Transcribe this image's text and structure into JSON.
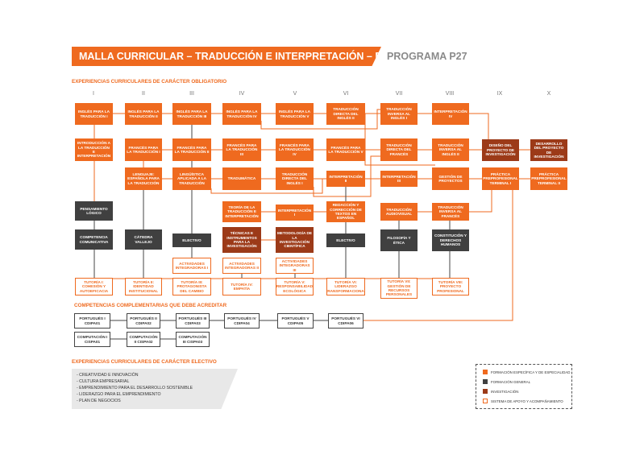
{
  "header": {
    "title": "MALLA CURRICULAR – TRADUCCIÓN E INTERPRETACIÓN – PLAN “D”",
    "program": "PROGRAMA P27"
  },
  "sections": {
    "mandatory": "EXPERIENCIAS CURRICULARES DE CARÁCTER OBLIGATORIO",
    "complementary": "COMPETENCIAS COMPLEMENTARIAS QUE DEBE ACREDITAR",
    "elective": "EXPERIENCIAS CURRICULARES DE CARÁCTER ELECTIVO"
  },
  "cycles": [
    "I",
    "II",
    "III",
    "IV",
    "V",
    "VI",
    "VII",
    "VIII",
    "IX",
    "X"
  ],
  "courses": {
    "c1r1": "INGLÉS PARA LA TRADUCCIÓN I",
    "c1r2": "INTRODUCCIÓN A LA TRADUCCIÓN E INTERPRETACIÓN",
    "c1r4": "PENSAMIENTO LÓGICO",
    "c1r5": "COMPETENCIA COMUNICATIVA",
    "c1r6": "TUTORÍA I: COHESIÓN Y AUTOEFICACIA",
    "c2r1": "INGLÉS PARA LA TRADUCCIÓN II",
    "c2r2": "FRANCÉS PARA LA TRADUCCIÓN I",
    "c2r3": "LENGUAJE: ESPAÑOLA PARA LA TRADUCCIÓN",
    "c2r5": "CÁTEDRA VALLEJO",
    "c2r6": "TUTORÍA II: IDENTIDAD INSTITUCIONAL",
    "c3r1": "INGLÉS PARA LA TRADUCCIÓN III",
    "c3r2": "FRANCÉS PARA LA TRADUCCIÓN II",
    "c3r3": "LINGÜÍSTICA APLICADA A LA TRADUCCIÓN",
    "c3r5": "ELECTIVO",
    "c3r5b": "ACTIVIDADES INTEGRADORAS I",
    "c3r6": "TUTORÍA III: PROTAGONISTA DEL CAMBIO",
    "c4r1": "INGLÉS PARA LA TRADUCCIÓN IV",
    "c4r2": "FRANCÉS PARA LA TRADUCCIÓN III",
    "c4r3": "TRADUMÁTICA",
    "c4r4": "TEORÍA DE LA TRADUCCIÓN E INTERPRETACIÓN",
    "c4r5": "TÉCNICAS E INSTRUMENTOS PARA LA INVESTIGACIÓN",
    "c4r5b": "ACTIVIDADES INTEGRADORAS II",
    "c4r6": "TUTORÍA IV: EMPATÍA",
    "c5r1": "INGLÉS PARA LA TRADUCCIÓN V",
    "c5r2": "FRANCÉS PARA LA TRADUCCIÓN IV",
    "c5r3": "TRADUCCIÓN DIRECTA DEL INGLÉS I",
    "c5r4": "INTERPRETACIÓN I",
    "c5r5": "METODOLOGÍA DE LA INVESTIGACIÓN CIENTÍFICA",
    "c5r5b": "ACTIVIDADES INTEGRADORAS III",
    "c5r6": "TUTORÍA V: RESPONSABILIDAD ECOLÓGICA",
    "c6r1": "TRADUCCIÓN DIRECTA DEL INGLÉS II",
    "c6r2": "FRANCÉS PARA LA TRADUCCIÓN V",
    "c6r3": "INTERPRETACIÓN II",
    "c6r4": "REDACCIÓN Y CORRECCIÓN DE TEXTOS EN ESPAÑOL",
    "c6r5": "ELECTIVO",
    "c6r6": "TUTORÍA VI: LIDERAZGO TRANSFORMACIONAL",
    "c7r1": "TRADUCCIÓN INVERSA AL INGLÉS I",
    "c7r2": "TRADUCCIÓN DIRECTA DEL FRANCÉS",
    "c7r3": "INTERPRETACIÓN III",
    "c7r4": "TRADUCCIÓN AUDIOVISUAL",
    "c7r5": "FILOSOFÍA Y ÉTICA",
    "c7r6": "TUTORÍA VII: GESTIÓN DE RECURSOS PERSONALES",
    "c8r1": "INTERPRETACIÓN IV",
    "c8r2": "TRADUCCIÓN INVERSA AL INGLÉS II",
    "c8r3": "GESTIÓN DE PROYECTOS",
    "c8r4": "TRADUCCIÓN INVERSA AL FRANCÉS",
    "c8r5": "CONSTITUCIÓN Y DERECHOS HUMANOS",
    "c8r6": "TUTORÍA VIII: PROYECTO PROFESIONAL",
    "c9r2": "DISEÑO DEL PROYECTO DE INVESTIGACIÓN",
    "c9r3": "PRÁCTICA PREPROFESIONAL TERMINAL I",
    "c10r2": "DESARROLLO DEL PROYECTO DE INVESTIGACIÓN",
    "c10r3": "PRÁCTICA PREPROFESIONAL TERMINAL II"
  },
  "complementary": {
    "p1": "PORTUGUÉS I CDIPA01",
    "p2": "PORTUGUÉS II CDIPA02",
    "p3": "PORTUGUÉS III CDIPA03",
    "p4": "PORTUGUÉS IV CDIPA04",
    "p5": "PORTUGUÉS V CDIPA05",
    "p6": "PORTUGUÉS VI CDIPA06",
    "k1": "COMPUTACIÓN I CISPA01",
    "k2": "COMPUTACIÓN II CISPA02",
    "k3": "COMPUTACIÓN III CISPA03"
  },
  "electives": [
    "- CREATIVIDAD E INNOVACIÓN",
    "- CULTURA EMPRESARIAL",
    "- EMPRENDIMIENTO PARA EL DESARROLLO SOSTENIBLE",
    "- LIDERAZGO PARA EL EMPRENDIMIENTO",
    "- PLAN DE NEGOCIOS"
  ],
  "legend": [
    {
      "label": "FORMACIÓN ESPECÍFICA Y DE ESPECIALIDAD",
      "color": "#ef6a1f"
    },
    {
      "label": "FORMACIÓN GENERAL",
      "color": "#404040"
    },
    {
      "label": "INVESTIGACIÓN",
      "color": "#9c3a18"
    },
    {
      "label": "SISTEMA DE APOYO Y ACOMPAÑAMIENTO",
      "color": "#ffffff"
    }
  ],
  "colors": {
    "orange": "#ef6a1f",
    "dark": "#404040",
    "research": "#9c3a18"
  }
}
